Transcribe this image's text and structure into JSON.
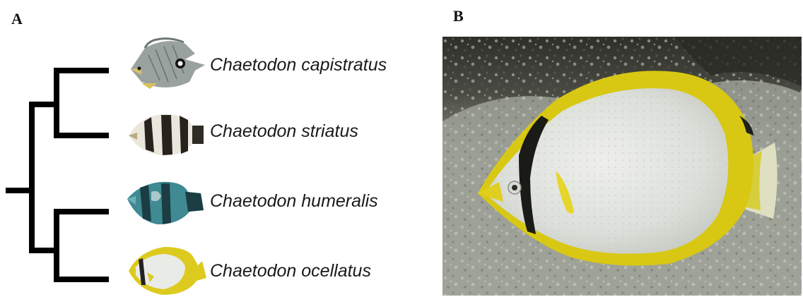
{
  "panels": {
    "a_label": "A",
    "b_label": "B"
  },
  "species": [
    {
      "name": "Chaetodon capistratus",
      "icon": "foureye-butterflyfish-icon"
    },
    {
      "name": "Chaetodon striatus",
      "icon": "banded-butterflyfish-icon"
    },
    {
      "name": "Chaetodon humeralis",
      "icon": "threeband-butterflyfish-icon"
    },
    {
      "name": "Chaetodon ocellatus",
      "icon": "spotfin-butterflyfish-icon"
    }
  ],
  "colors": {
    "tree": "#000000",
    "fish_yellow": "#e2cc12",
    "fish_body_white": "#e4e6e2",
    "fish_band": "#1d1d1a",
    "background_rock": "#8f9187"
  }
}
